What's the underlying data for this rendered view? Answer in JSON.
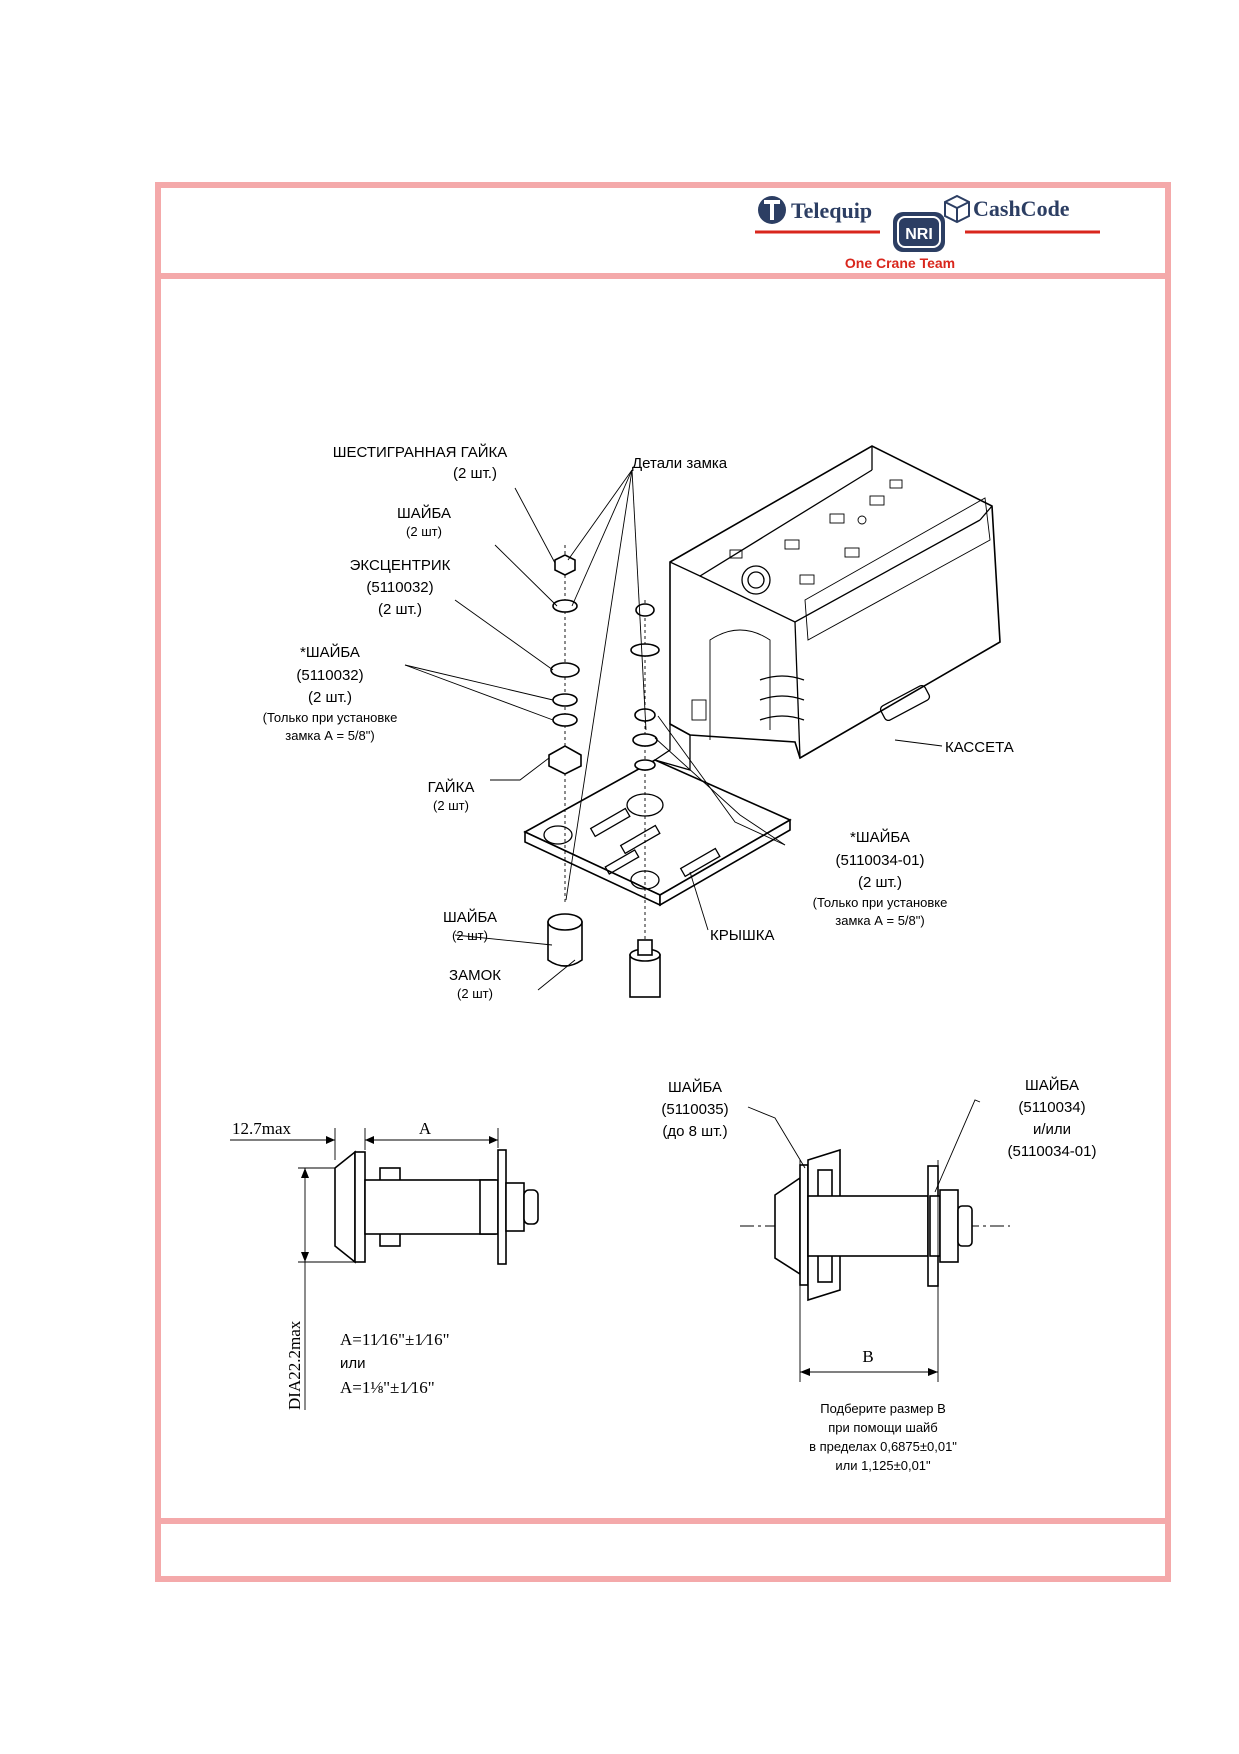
{
  "header": {
    "brand_left": "Telequip",
    "brand_mid": "NRI",
    "brand_right": "CashCode",
    "tagline": "One Crane Team",
    "colors": {
      "frame": "#f4a9aa",
      "tagline": "#d9261c",
      "rule": "#d9261c",
      "logo_text": "#2c3e63"
    }
  },
  "exploded_view": {
    "hex_nut": {
      "line1": "ШЕСТИГРАННАЯ ГАЙКА",
      "line2": "(2 шт.)"
    },
    "lock_parts": "Детали замка",
    "washer_top": {
      "line1": "ШАЙБА",
      "line2": "(2 шт)"
    },
    "cam": {
      "line1": "ЭКСЦЕНТРИК",
      "line2": "(5110032)",
      "line3": "(2 шт.)"
    },
    "washer_opt_left": {
      "line1": "*ШАЙБА",
      "line2": "(5110032)",
      "line3": "(2 шт.)",
      "line4": "(Только при установке",
      "line5": "замка А = 5/8\")"
    },
    "nut": {
      "line1": "ГАЙКА",
      "line2": "(2 шт)"
    },
    "washer_bottom": {
      "line1": "ШАЙБА",
      "line2": "(2 шт)"
    },
    "lock": {
      "line1": "ЗАМОК",
      "line2": "(2 шт)"
    },
    "cassette": "КАССЕТА",
    "washer_opt_right": {
      "line1": "*ШАЙБА",
      "line2": "(5110034-01)",
      "line3": "(2 шт.)",
      "line4": "(Только при установке",
      "line5": "замка А = 5/8\")"
    },
    "cover": "КРЫШКА"
  },
  "detail_left": {
    "dim_12_7": "12.7max",
    "dim_a": "A",
    "dim_dia": "DIA22.2max",
    "formula1": "A=11⁄16\"±1⁄16\"",
    "formula_or": "или",
    "formula2": "A=1⅛\"±1⁄16\""
  },
  "detail_right": {
    "washer_left": {
      "line1": "ШАЙБА",
      "line2": "(5110035)",
      "line3": "(до 8 шт.)"
    },
    "washer_right": {
      "line1": "ШАЙБА",
      "line2": "(5110034)",
      "line3": "и/или",
      "line4": "(5110034-01)"
    },
    "dim_b": "B",
    "note": {
      "line1": "Подберите размер В",
      "line2": "при помощи шайб",
      "line3": "в пределах 0,6875±0,01\"",
      "line4": "или 1,125±0,01\""
    }
  }
}
